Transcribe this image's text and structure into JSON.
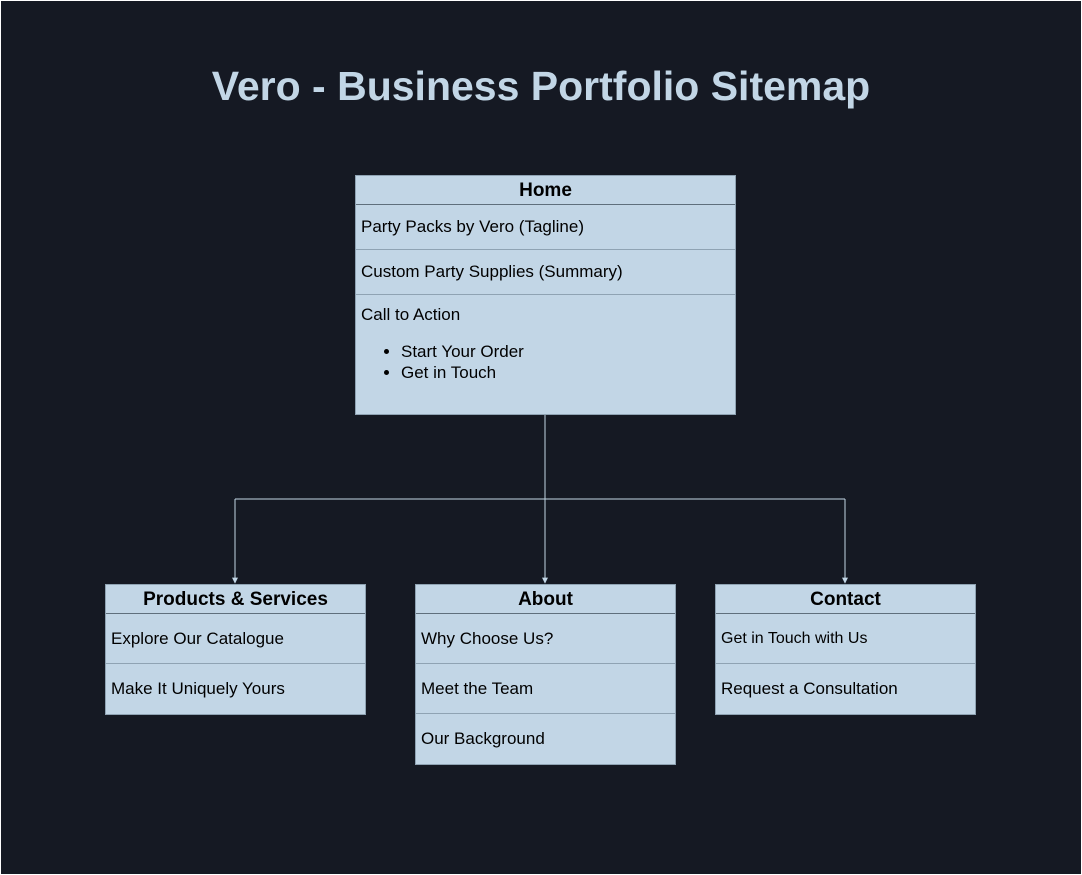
{
  "title": "Vero - Business Portfolio Sitemap",
  "colors": {
    "background": "#151923",
    "node_fill": "#c2d6e6",
    "connector": "#c2d6e6"
  },
  "home": {
    "header": "Home",
    "rows": [
      "Party Packs by Vero (Tagline)",
      "Custom Party Supplies (Summary)"
    ],
    "cta": {
      "label": "Call to Action",
      "items": [
        "Start Your Order",
        "Get in Touch"
      ]
    }
  },
  "products": {
    "header": "Products & Services",
    "rows": [
      "Explore Our Catalogue",
      "Make It Uniquely Yours"
    ]
  },
  "about": {
    "header": "About",
    "rows": [
      "Why Choose Us?",
      "Meet the Team",
      "Our Background"
    ]
  },
  "contact": {
    "header": "Contact",
    "rows": [
      "Get in Touch with Us",
      "Request a Consultation"
    ]
  }
}
